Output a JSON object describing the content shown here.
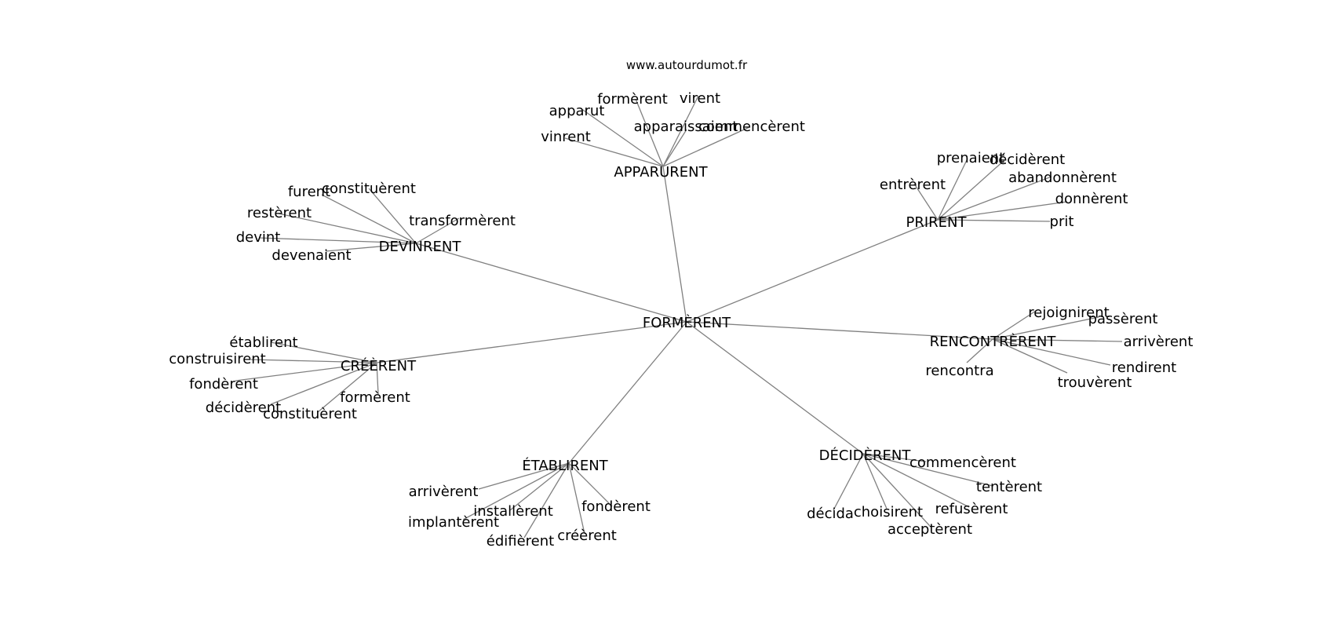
{
  "watermark": "www.autourdumot.fr",
  "edge_color": "#808080",
  "text_color": "#000000",
  "center": "FORMÈRENT",
  "clusters": [
    {
      "hub": "APPARURENT",
      "leaves": [
        "apparut",
        "formèrent",
        "virent",
        "apparaissaient",
        "commencèrent",
        "vinrent"
      ]
    },
    {
      "hub": "DEVINRENT",
      "leaves": [
        "furent",
        "constituèrent",
        "restèrent",
        "transformèrent",
        "devint",
        "devenaient"
      ]
    },
    {
      "hub": "PRIRENT",
      "leaves": [
        "prenaient",
        "décidèrent",
        "entrèrent",
        "abandonnèrent",
        "donnèrent",
        "prit"
      ]
    },
    {
      "hub": "RENCONTRÈRENT",
      "leaves": [
        "rejoignirent",
        "passèrent",
        "arrivèrent",
        "rencontra",
        "rendirent",
        "trouvèrent"
      ]
    },
    {
      "hub": "CRÉÈRENT",
      "leaves": [
        "établirent",
        "construisirent",
        "fondèrent",
        "décidèrent",
        "formèrent",
        "constituèrent"
      ]
    },
    {
      "hub": "ÉTABLIRENT",
      "leaves": [
        "arrivèrent",
        "installèrent",
        "implantèrent",
        "fondèrent",
        "édifièrent",
        "créèrent"
      ]
    },
    {
      "hub": "DÉCIDÈRENT",
      "leaves": [
        "commencèrent",
        "tentèrent",
        "refusèrent",
        "décida",
        "choisirent",
        "acceptèrent"
      ]
    }
  ]
}
